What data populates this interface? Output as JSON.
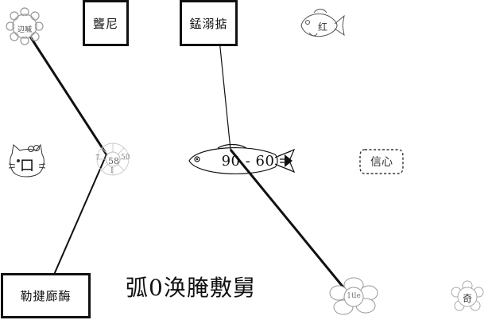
{
  "boxes": {
    "top_left": "聾尼",
    "top_center": "錳溺掂",
    "bottom_left": "勒揵廊酶"
  },
  "icons": {
    "gear": {
      "icon": "gear-icon",
      "label": "辺喊"
    },
    "small_fish": {
      "icon": "fish-icon",
      "label": "红"
    },
    "cat": {
      "icon": "cat-icon",
      "label": "口"
    },
    "wheel": {
      "icon": "wheel-icon",
      "center": "58",
      "left": "7",
      "right": "50",
      "bottom": "I"
    },
    "big_fish": {
      "icon": "fish-icon",
      "label": "90 - 60"
    },
    "badge": {
      "icon": "badge-icon",
      "label": "信心"
    },
    "cloud_flower": {
      "icon": "flower-icon",
      "label": "1tle"
    },
    "small_flower": {
      "icon": "flower-icon",
      "label": "奇"
    }
  },
  "caption": "弧0涣腌敷舅"
}
